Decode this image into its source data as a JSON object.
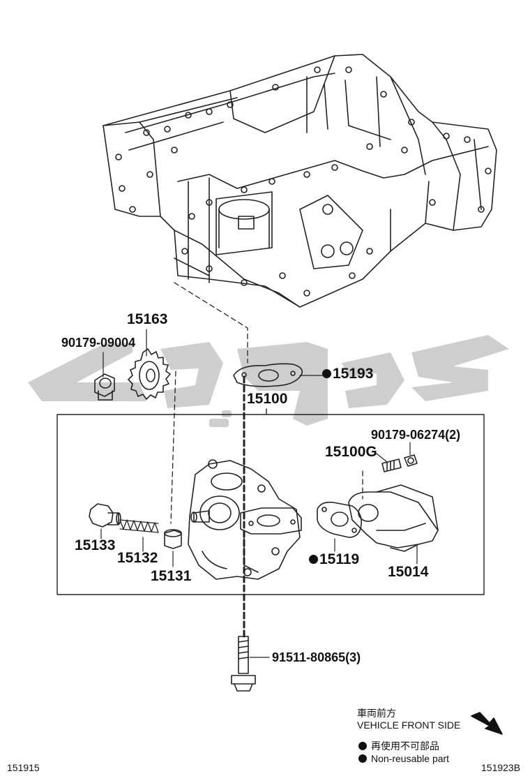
{
  "diagram": {
    "labels": {
      "gear": "15163",
      "nut_top": "90179-09004",
      "gasket_top": "15193",
      "assembly": "15100",
      "bolt_small": "90179-06274(2)",
      "stud": "15100G",
      "plug": "15133",
      "spring": "15132",
      "valve": "15131",
      "gasket_side": "15119",
      "strainer": "15014",
      "bolt_bottom": "91511-80865(3)"
    },
    "non_reusable": [
      "gasket_top",
      "gasket_side"
    ],
    "legend": {
      "direction_jp": "車両前方",
      "direction_en": "VEHICLE FRONT SIDE",
      "non_reusable_jp": "再使用不可部品",
      "non_reusable_en": "Non-reusable part"
    },
    "corner_left": "151915",
    "corner_right": "151923B",
    "watermark_color": "#c9c9c9",
    "line_color": "#222222"
  }
}
